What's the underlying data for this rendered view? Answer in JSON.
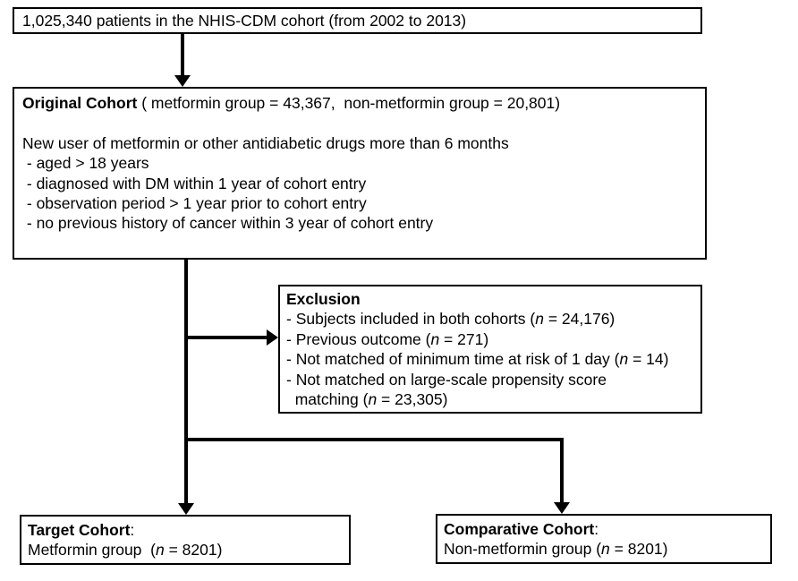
{
  "colors": {
    "line": "#000000",
    "background": "#ffffff",
    "text": "#000000"
  },
  "boxes": {
    "nhis": {
      "text": "1,025,340 patients in the NHIS-CDM cohort (from 2002 to 2013)"
    },
    "original": {
      "title_bold": "Original Cohort",
      "title_rest": " ( metformin group = 43,367,  non-metformin group = 20,801)",
      "intro": "New user of metformin or other antidiabetic drugs more than 6 months",
      "criteria": [
        " - aged > 18 years",
        " - diagnosed with DM within 1 year of cohort entry",
        " - observation period > 1 year prior to cohort entry",
        " - no previous history of cancer within 3 year of cohort entry"
      ]
    },
    "exclusion": {
      "title": "Exclusion",
      "items": [
        {
          "pre": "- Subjects included in both cohorts (",
          "var": "n",
          "post": " = 24,176)"
        },
        {
          "pre": "- Previous outcome (",
          "var": "n",
          "post": " = 271)"
        },
        {
          "pre": "- Not matched of minimum time at risk of 1 day (",
          "var": "n",
          "post": " = 14)"
        },
        {
          "pre": "- Not matched on large-scale propensity score",
          "var": "",
          "post": ""
        },
        {
          "pre": "  matching (",
          "var": "n",
          "post": " = 23,305)"
        }
      ]
    },
    "target": {
      "title_bold": "Target Cohort",
      "title_suffix": ":",
      "group_pre": "Metformin group  (",
      "group_var": "n",
      "group_post": " = 8201)"
    },
    "comparative": {
      "title_bold": "Comparative Cohort",
      "title_suffix": ":",
      "group_pre": "Non-metformin group (",
      "group_var": "n",
      "group_post": " = 8201)"
    }
  }
}
